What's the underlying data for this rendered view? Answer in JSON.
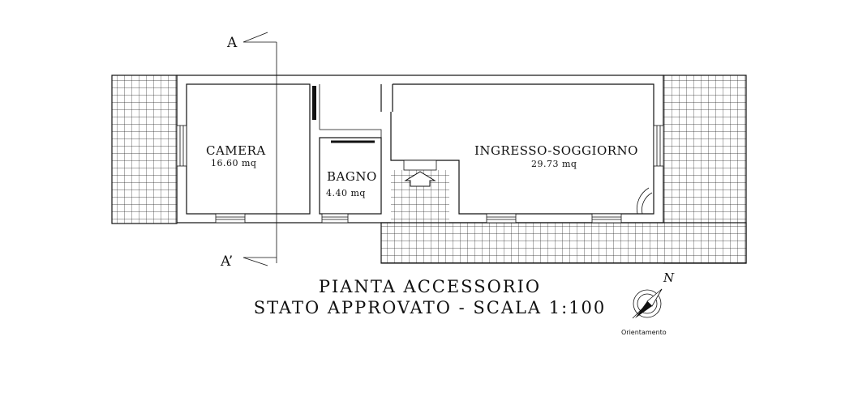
{
  "rooms": {
    "camera": {
      "name": "CAMERA",
      "area": "16.60 mq"
    },
    "bagno": {
      "name": "BAGNO",
      "area": "4.40 mq"
    },
    "soggiorno": {
      "name": "INGRESSO-SOGGIORNO",
      "area": "29.73 mq"
    }
  },
  "section": {
    "top": "A",
    "bottom": "A’"
  },
  "title": {
    "line1": "PIANTA ACCESSORIO",
    "line2": "STATO APPROVATO  -  SCALA 1:100"
  },
  "compass": {
    "north": "N",
    "label": "Orientamento"
  },
  "colors": {
    "ink": "#111111",
    "background": "#ffffff"
  }
}
